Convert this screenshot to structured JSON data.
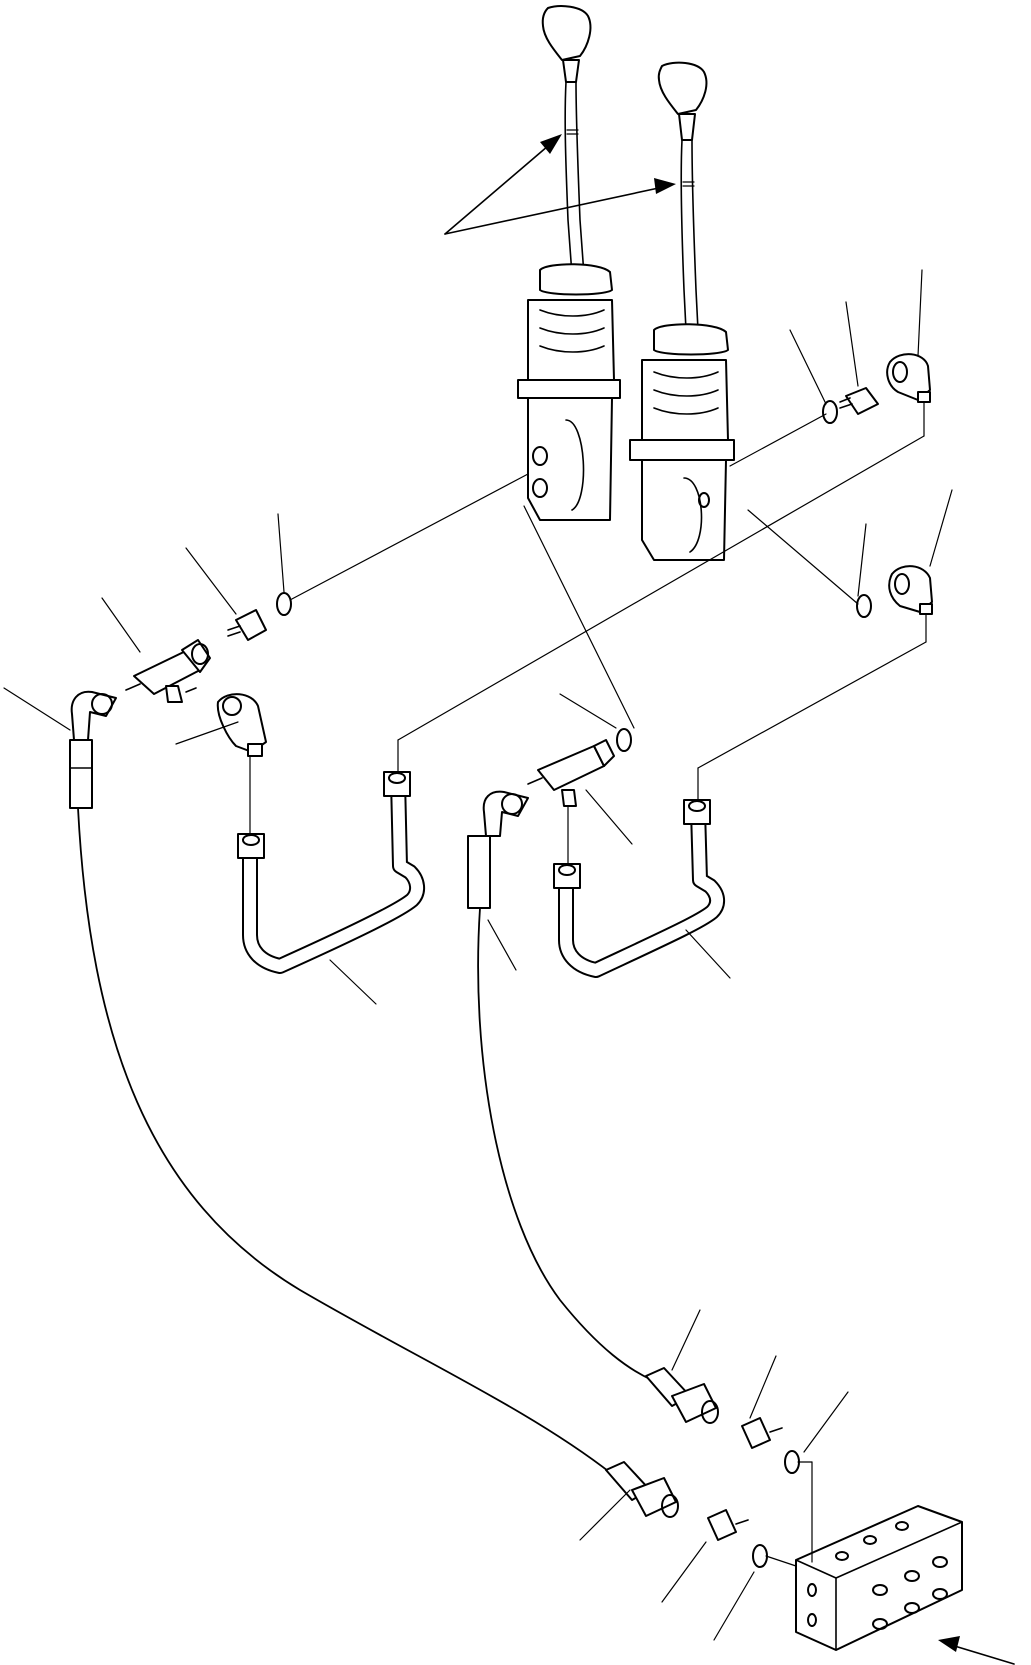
{
  "diagram": {
    "parts": [
      {
        "name": "lever-left"
      },
      {
        "name": "lever-right"
      },
      {
        "name": "ppc-valve-left"
      },
      {
        "name": "ppc-valve-right"
      },
      {
        "name": "tee-left"
      },
      {
        "name": "tee-center"
      },
      {
        "name": "elbow-left"
      },
      {
        "name": "elbow-upper-right"
      },
      {
        "name": "elbow-middle-right"
      },
      {
        "name": "tube-left"
      },
      {
        "name": "tube-right"
      },
      {
        "name": "hose-left"
      },
      {
        "name": "hose-right"
      },
      {
        "name": "junction-block"
      }
    ]
  }
}
